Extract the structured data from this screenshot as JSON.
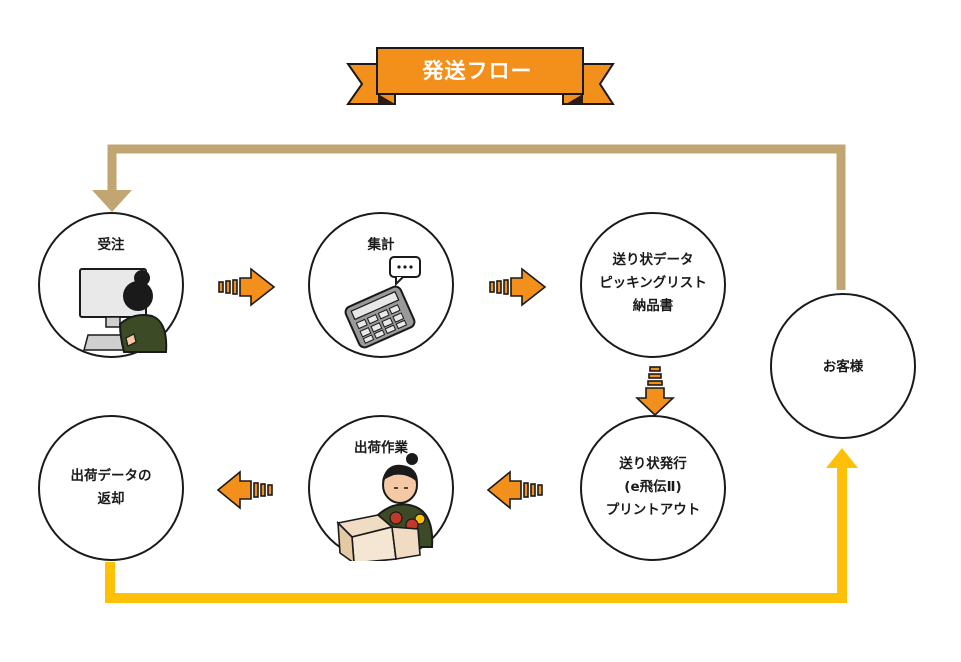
{
  "title": "発送フロー",
  "nodes": {
    "order": {
      "label": "受注"
    },
    "tally": {
      "label": "集計"
    },
    "docs": {
      "lines": [
        "送り状データ",
        "ピッキングリスト",
        "納品書"
      ]
    },
    "customer": {
      "label": "お客様"
    },
    "label_issue": {
      "lines": [
        "送り状発行",
        "(e飛伝Ⅱ)",
        "プリントアウト"
      ]
    },
    "shipping": {
      "label": "出荷作業"
    },
    "return_data": {
      "lines": [
        "出荷データの",
        "返却"
      ]
    }
  },
  "colors": {
    "banner": "#f3901c",
    "banner_dark": "#2a1c12",
    "arrow": "#f3901c",
    "loop_top": "#c2a672",
    "loop_bottom": "#ffc107",
    "outline": "#1a1a1a",
    "shirt": "#3d4a26"
  },
  "icons": {
    "order": "person-at-computer-icon",
    "tally": "calculator-icon",
    "shipping": "person-packing-boxes-icon"
  }
}
